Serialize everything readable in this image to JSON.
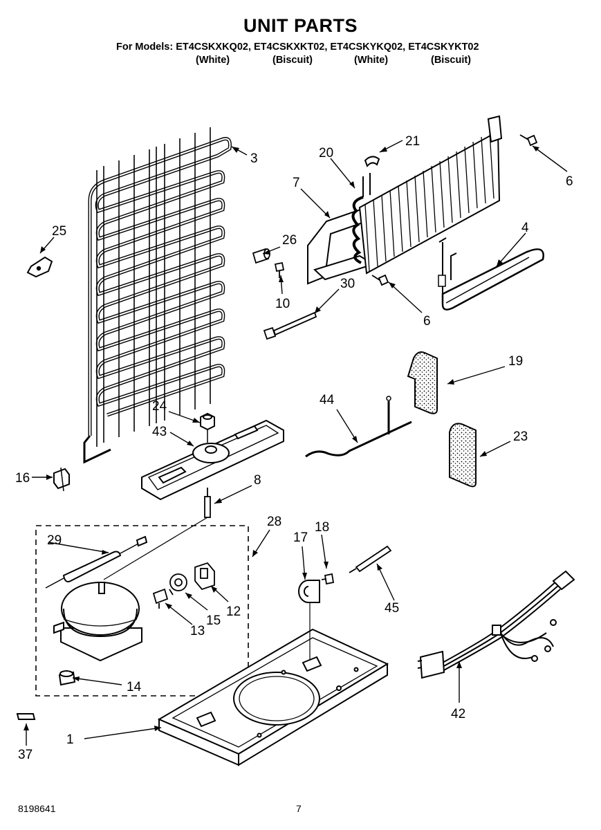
{
  "header": {
    "title": "UNIT PARTS",
    "models_line": "For Models: ET4CSKXKQ02, ET4CSKXKT02, ET4CSKYKQ02, ET4CSKYKT02",
    "colors": [
      "(White)",
      "(Biscuit)",
      "(White)",
      "(Biscuit)"
    ]
  },
  "callouts": [
    "3",
    "21",
    "20",
    "7",
    "6",
    "25",
    "26",
    "4",
    "10",
    "30",
    "6",
    "19",
    "44",
    "24",
    "43",
    "23",
    "16",
    "8",
    "28",
    "29",
    "17",
    "18",
    "12",
    "15",
    "13",
    "45",
    "14",
    "42",
    "1",
    "37"
  ],
  "footer": {
    "part_number": "8198641",
    "page_number": "7"
  }
}
